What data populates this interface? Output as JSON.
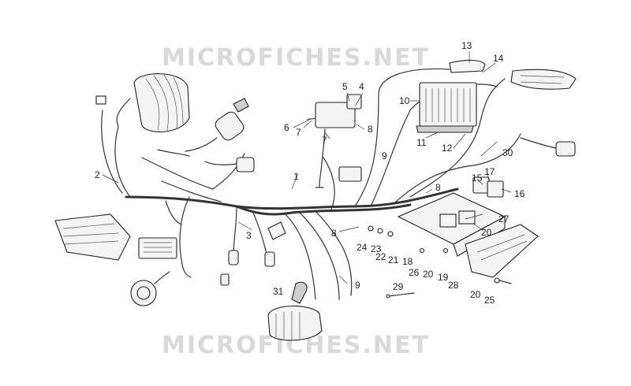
{
  "watermark": {
    "text": "MICROFICHES.NET"
  },
  "callouts": [
    {
      "id": "c1",
      "label": "1"
    },
    {
      "id": "c2",
      "label": "2"
    },
    {
      "id": "c3",
      "label": "3"
    },
    {
      "id": "c4",
      "label": "4"
    },
    {
      "id": "c5",
      "label": "5"
    },
    {
      "id": "c6",
      "label": "6"
    },
    {
      "id": "c7a",
      "label": "7"
    },
    {
      "id": "c7b",
      "label": "7"
    },
    {
      "id": "c8a",
      "label": "8"
    },
    {
      "id": "c8b",
      "label": "8"
    },
    {
      "id": "c8c",
      "label": "8"
    },
    {
      "id": "c9a",
      "label": "9"
    },
    {
      "id": "c9b",
      "label": "9"
    },
    {
      "id": "c10",
      "label": "10"
    },
    {
      "id": "c11",
      "label": "11"
    },
    {
      "id": "c12",
      "label": "12"
    },
    {
      "id": "c13",
      "label": "13"
    },
    {
      "id": "c14",
      "label": "14"
    },
    {
      "id": "c15",
      "label": "15"
    },
    {
      "id": "c16",
      "label": "16"
    },
    {
      "id": "c17",
      "label": "17"
    },
    {
      "id": "c18",
      "label": "18"
    },
    {
      "id": "c19",
      "label": "19"
    },
    {
      "id": "c20a",
      "label": "20"
    },
    {
      "id": "c20b",
      "label": "20"
    },
    {
      "id": "c20c",
      "label": "20"
    },
    {
      "id": "c21",
      "label": "21"
    },
    {
      "id": "c22",
      "label": "22"
    },
    {
      "id": "c23",
      "label": "23"
    },
    {
      "id": "c24",
      "label": "24"
    },
    {
      "id": "c25",
      "label": "25"
    },
    {
      "id": "c26",
      "label": "26"
    },
    {
      "id": "c27",
      "label": "27"
    },
    {
      "id": "c28",
      "label": "28"
    },
    {
      "id": "c29",
      "label": "29"
    },
    {
      "id": "c30",
      "label": "30"
    },
    {
      "id": "c31",
      "label": "31"
    }
  ]
}
